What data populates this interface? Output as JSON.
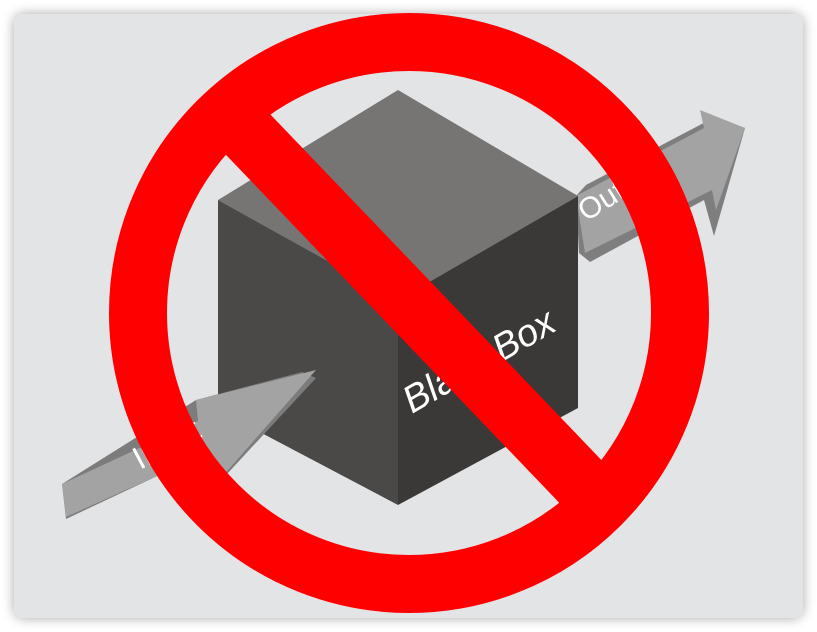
{
  "diagram": {
    "input_label": "Input",
    "output_label": "Output",
    "box_label": "Black Box",
    "prohibition_symbol": "no-sign",
    "colors": {
      "background_panel": "#e3e4e6",
      "box_top": "#767574",
      "box_left": "#4b4948",
      "box_right": "#3b3938",
      "arrow": "#9c9c9c",
      "no_sign": "#ff0000"
    }
  }
}
